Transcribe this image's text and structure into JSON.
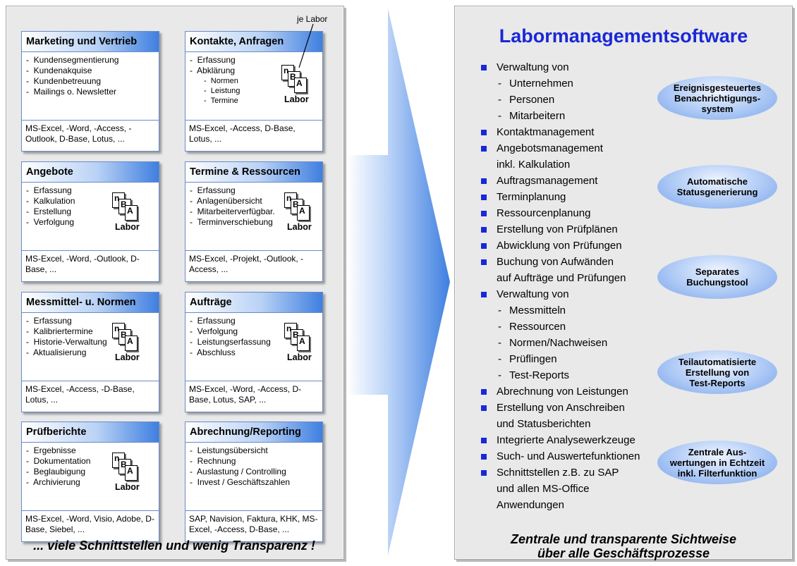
{
  "left": {
    "annotation": "je Labor",
    "labor_label": "Labor",
    "labor_sheets": [
      "n",
      "B",
      "A"
    ],
    "footer": "... viele Schnittstellen und wenig Transparenz !",
    "cards": [
      {
        "title": "Marketing und Vertrieb",
        "items": [
          "Kundensegmentierung",
          "Kundenakquise",
          "Kundenbetreuung",
          "Mailings o. Newsletter"
        ],
        "tools": "MS-Excel, -Word, -Access, -Outlook, D-Base, Lotus, ..."
      },
      {
        "title": "Kontakte, Anfragen",
        "items": [
          "Erfassung",
          "Abklärung"
        ],
        "subitems": [
          "Normen",
          "Leistung",
          "Termine"
        ],
        "tools": "MS-Excel, -Access, D-Base, Lotus, ..."
      },
      {
        "title": "Angebote",
        "items": [
          "Erfassung",
          "Kalkulation",
          "Erstellung",
          "Verfolgung"
        ],
        "tools": "MS-Excel, -Word,  -Outlook, D-Base, ..."
      },
      {
        "title": "Termine & Ressourcen",
        "items": [
          "Erfassung",
          "Anlagenübersicht",
          "Mitarbeiterverfügbar.",
          "Terminverschiebung"
        ],
        "tools": "MS-Excel, -Projekt, -Outlook, -Access, ..."
      },
      {
        "title": "Messmittel- u. Normen",
        "items": [
          "Erfassung",
          "Kalibriertermine",
          "Historie-Verwaltung",
          "Aktualisierung"
        ],
        "tools": "MS-Excel, -Access, -D-Base, Lotus, ..."
      },
      {
        "title": "Aufträge",
        "items": [
          "Erfassung",
          "Verfolgung",
          "Leistungserfassung",
          "Abschluss"
        ],
        "tools": "MS-Excel, -Word, -Access, D-Base, Lotus, SAP, ..."
      },
      {
        "title": "Prüfberichte",
        "items": [
          "Ergebnisse",
          "Dokumentation",
          "Beglaubigung",
          "Archivierung"
        ],
        "tools": "MS-Excel, -Word, Visio, Adobe, D-Base, Siebel, ..."
      },
      {
        "title": "Abrechnung/Reporting",
        "items": [
          "Leistungsübersicht",
          "Rechnung",
          "Auslastung / Controlling",
          "Invest / Geschäftszahlen"
        ],
        "tools": "SAP, Navision, Faktura, KHK, MS-Excel, -Access, D-Base, ..."
      }
    ]
  },
  "right": {
    "title": "Labormanagementsoftware",
    "features": [
      {
        "text": "Verwaltung von",
        "sub": [
          "Unternehmen",
          "Personen",
          "Mitarbeitern"
        ]
      },
      {
        "text": "Kontaktmanagement"
      },
      {
        "text": "Angebotsmanagement\ninkl. Kalkulation"
      },
      {
        "text": "Auftragsmanagement"
      },
      {
        "text": "Terminplanung"
      },
      {
        "text": "Ressourcenplanung"
      },
      {
        "text": "Erstellung von Prüfplänen"
      },
      {
        "text": "Abwicklung von Prüfungen"
      },
      {
        "text": "Buchung von Aufwänden\nauf Aufträge und Prüfungen"
      },
      {
        "text": "Verwaltung von",
        "sub": [
          "Messmitteln",
          "Ressourcen",
          "Normen/Nachweisen",
          "Prüflingen",
          "Test-Reports"
        ]
      },
      {
        "text": "Abrechnung von Leistungen"
      },
      {
        "text": "Erstellung von Anschreiben\nund Statusberichten"
      },
      {
        "text": "Integrierte Analysewerkzeuge"
      },
      {
        "text": "Such- und Auswertefunktionen"
      },
      {
        "text": "Schnittstellen z.B. zu SAP\nund allen MS-Office\nAnwendungen"
      }
    ],
    "ovals": [
      "Ereignisgesteuertes\nBenachrichtigungs-\nsystem",
      "Automatische\nStatusgenerierung",
      "Separates\nBuchungstool",
      "Teilautomatisierte\nErstellung von\nTest-Reports",
      "Zentrale Aus-\nwertungen in Echtzeit\ninkl. Filterfunktion"
    ],
    "footer": "Zentrale und transparente Sichtweise\nüber alle Geschäftsprozesse"
  },
  "colors": {
    "accent": "#1a28d6",
    "card_border": "#6a8bc8",
    "title_gradient_end": "#3f7fe0",
    "arrow": "#4a8be8"
  }
}
